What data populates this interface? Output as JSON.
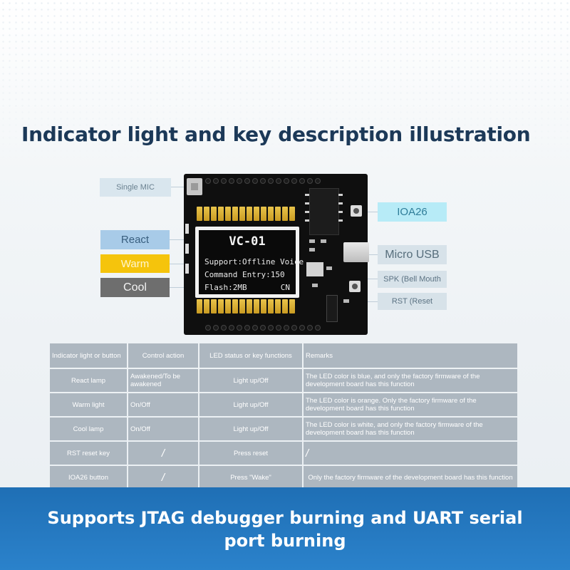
{
  "title": "Indicator light and key description illustration",
  "labels": {
    "single_mic": "Single MIC",
    "react": "React",
    "warm": "Warm",
    "cool": "Cool",
    "ioa26": "IOA26",
    "micro_usb": "Micro USB",
    "spk": "SPK (Bell Mouth",
    "rst": "RST (Reset"
  },
  "module": {
    "name": "VC-01",
    "support": "Support:Offline Voice",
    "command": "Command Entry:150",
    "flash": "Flash:2MB",
    "lang": "CN"
  },
  "table": {
    "headers": [
      "Indicator light or button",
      "Control action",
      "LED status or key functions",
      "Remarks"
    ],
    "rows": [
      [
        "React lamp",
        "Awakened/To be awakened",
        "Light up/Off",
        "The LED color is blue, and only the factory firmware of the development board has this function"
      ],
      [
        "Warm light",
        "On/Off",
        "Light up/Off",
        "The LED color is orange. Only the factory firmware of the development board has this function"
      ],
      [
        "Cool lamp",
        "On/Off",
        "Light up/Off",
        "The LED color is white, and only the factory firmware of the development board has this function"
      ],
      [
        "RST reset key",
        "/",
        "Press reset",
        "/"
      ],
      [
        "IOA26 button",
        "/",
        "Press \"Wake\"",
        "Only the factory firmware of the development board has this function"
      ]
    ]
  },
  "banner": "Supports JTAG debugger burning and UART serial port burning",
  "colors": {
    "title": "#1c3958",
    "react": "#a8cbe8",
    "warm": "#f5c40c",
    "cool": "#6e6e6e",
    "ioa26": "#b7ebf7",
    "banner": "#2478c0"
  }
}
